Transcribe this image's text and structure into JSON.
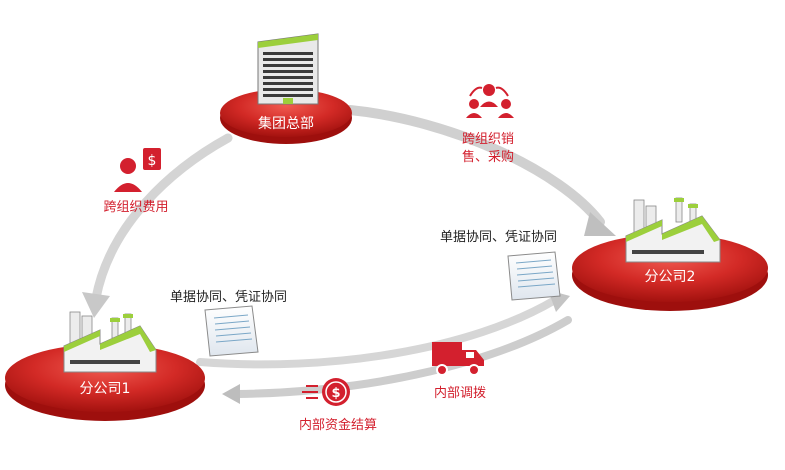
{
  "nodes": {
    "headquarters": "集团总部",
    "subsidiary1": "分公司1",
    "subsidiary2": "分公司2"
  },
  "flows": {
    "cross_org_expense": "跨组织费用",
    "cross_org_sales_line1": "跨组织销",
    "cross_org_sales_line2": "售、采购",
    "doc_sync_left": "单据协同、凭证协同",
    "doc_sync_right": "单据协同、凭证协同",
    "internal_transfer": "内部调拨",
    "internal_settlement": "内部资金结算"
  },
  "colors": {
    "brand_red": "#d3202e",
    "disc_red": "#cc1f24",
    "arrow_gray": "#cfcfcf",
    "accent_green": "#9ccf3c"
  },
  "icons": [
    "building-icon",
    "factory-icon",
    "user-money-icon",
    "people-exchange-icon",
    "document-icon",
    "truck-icon",
    "money-coin-icon"
  ]
}
